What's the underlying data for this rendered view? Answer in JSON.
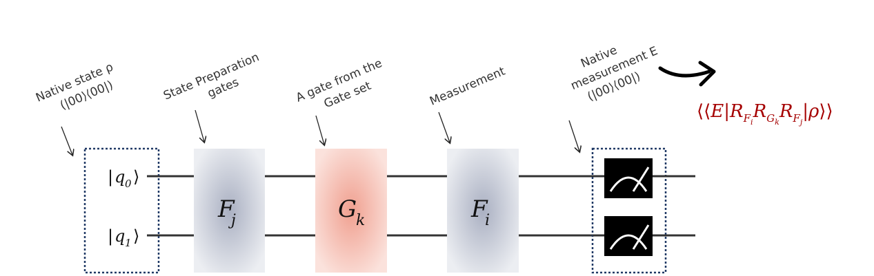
{
  "labels": {
    "native_state": [
      "Native state ρ",
      "(|00⟩⟨00|)"
    ],
    "state_prep": [
      "State Preparation",
      "gates"
    ],
    "gate_from_set": [
      "A gate from the",
      "Gate set"
    ],
    "measurement": [
      "Measurement"
    ],
    "native_measurement": [
      "Native",
      "measurement E",
      "(|00⟩⟨00|)"
    ]
  },
  "qubits": [
    {
      "ket": "q",
      "sub": "0"
    },
    {
      "ket": "q",
      "sub": "1"
    }
  ],
  "gates": [
    {
      "symbol": "F",
      "sub": "j",
      "color": "#aab0c2"
    },
    {
      "symbol": "G",
      "sub": "k",
      "color": "#f0a090"
    },
    {
      "symbol": "F",
      "sub": "i",
      "color": "#aab0c2"
    }
  ],
  "result_expression": "⟨⟨E|R_{F_i}R_{G_k}R_{F_j}|ρ⟩⟩",
  "colors": {
    "wire": "#333333",
    "result": "#a50000",
    "meter_bg": "#000000",
    "box_border": "#1f3864"
  }
}
